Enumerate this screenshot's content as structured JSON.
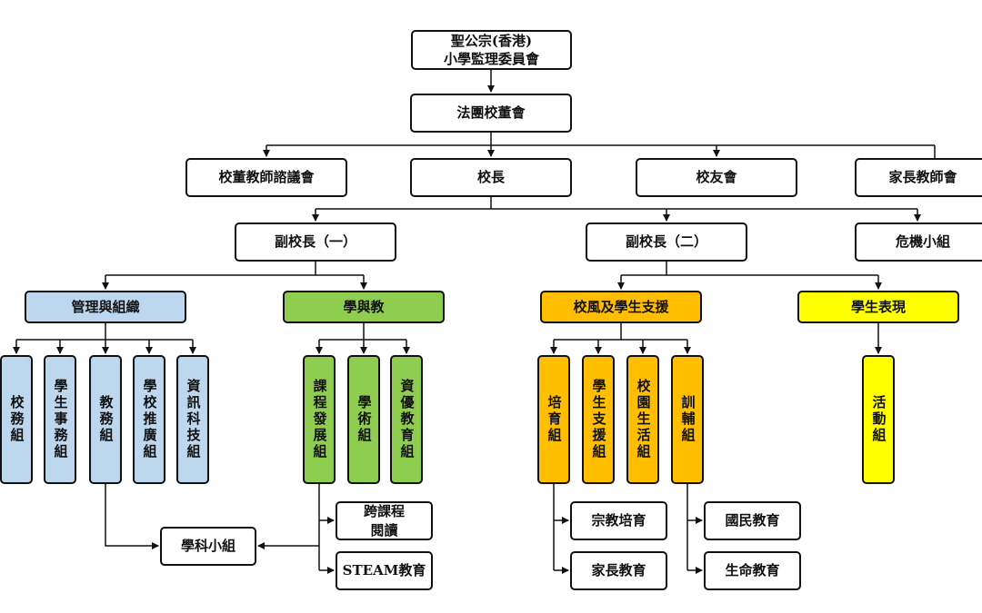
{
  "colors": {
    "line": "#111111",
    "blue": "#bdd7ee",
    "green": "#8fcd51",
    "orange": "#ffbe00",
    "yellow": "#ffff00",
    "white": "#ffffff"
  },
  "nodes": {
    "supervisory": "聖公宗(香港)\n小學監理委員會",
    "board": "法團校董會",
    "consult": "校董教師諮議會",
    "principal": "校長",
    "alumni": "校友會",
    "pta": "家長教師會",
    "vp1": "副校長（一）",
    "vp2": "副校長（二）",
    "crisis": "危機小組",
    "mgmt": "管理與組織",
    "learning": "學與教",
    "ethos": "校風及學生支援",
    "performance": "學生表現",
    "admin": "校務組",
    "student_affairs": "學生事務組",
    "academic_affairs": "教務組",
    "promotion": "學校推廣組",
    "it": "資訊科技組",
    "curriculum": "課程發展組",
    "academic": "學術組",
    "gifted": "資優教育組",
    "nurture": "培育組",
    "support": "學生支援組",
    "school_life": "校園生活組",
    "guidance": "訓輔組",
    "activities": "活動組",
    "cross_reading": "跨課程\n閱讀",
    "steam": "STEAM教育",
    "subject_panel": "學科小組",
    "religious": "宗教培育",
    "parent_ed": "家長教育",
    "national_ed": "國民教育",
    "life_ed": "生命教育"
  }
}
